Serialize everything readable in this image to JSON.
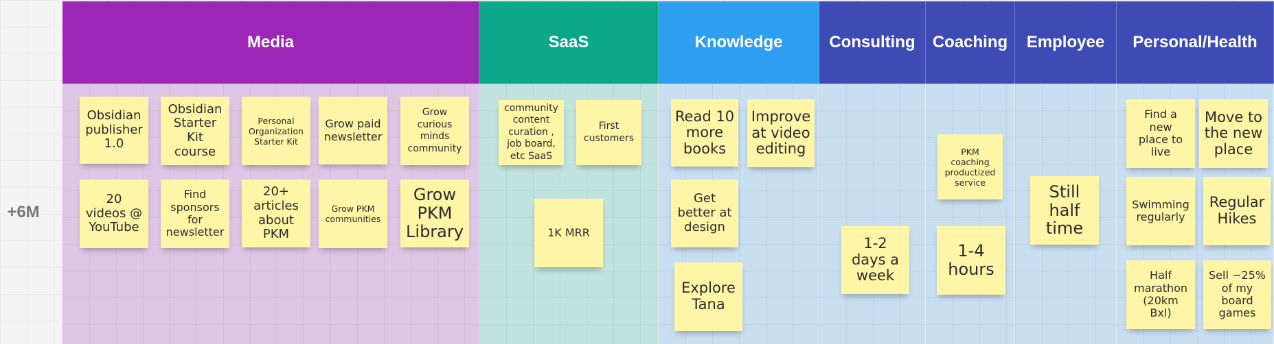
{
  "board": {
    "row_label": "+6M",
    "columns": [
      {
        "id": "media",
        "title": "Media",
        "header_color": "#9c27b6",
        "body_color": "#dec6e6"
      },
      {
        "id": "saas",
        "title": "SaaS",
        "header_color": "#0aa888",
        "body_color": "#c0e4dd"
      },
      {
        "id": "knowledge",
        "title": "Knowledge",
        "header_color": "#2e9ef0",
        "body_color": "#c8def1"
      },
      {
        "id": "consulting",
        "title": "Consulting",
        "header_color": "#3f4bb4",
        "body_color": "#c8def1"
      },
      {
        "id": "coaching",
        "title": "Coaching",
        "header_color": "#3f4bb4",
        "body_color": "#c8def1"
      },
      {
        "id": "employee",
        "title": "Employee",
        "header_color": "#3f4bb4",
        "body_color": "#c8def1"
      },
      {
        "id": "personal",
        "title": "Personal/Health",
        "header_color": "#3f4bb4",
        "body_color": "#c8def1"
      }
    ],
    "stickies": {
      "media": [
        "Obsidian\npublisher\n1.0",
        "Obsidian\nStarter\nKit\ncourse",
        "Personal\nOrganization\nStarter Kit",
        "Grow paid\nnewsletter",
        "Grow\ncurious\nminds\ncommunity",
        "20\nvideos @\nYouTube",
        "Find\nsponsors\nfor\nnewsletter",
        "20+\narticles\nabout\nPKM",
        "Grow PKM\ncommunities",
        "Grow\nPKM\nLibrary"
      ],
      "saas": [
        "community\ncontent\ncuration ,\njob board,\netc SaaS",
        "First\ncustomers",
        "1K MRR"
      ],
      "knowledge": [
        "Read 10\nmore\nbooks",
        "Improve\nat video\nediting",
        "Get\nbetter at\ndesign",
        "Explore\nTana"
      ],
      "consulting": [
        "1-2\ndays a\nweek"
      ],
      "coaching": [
        "PKM\ncoaching\nproductized\nservice",
        "1-4\nhours"
      ],
      "employee": [
        "Still\nhalf\ntime"
      ],
      "personal": [
        "Find a\nnew\nplace to\nlive",
        "Move to\nthe new\nplace",
        "Swimming\nregularly",
        "Regular\nHikes",
        "Half\nmarathon\n(20km\nBxl)",
        "Sell ~25%\nof my\nboard\ngames"
      ]
    }
  }
}
